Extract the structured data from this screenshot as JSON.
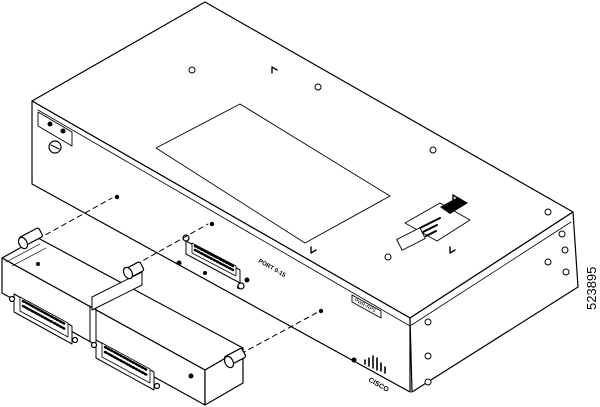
{
  "figure": {
    "number": "523895"
  },
  "chassis": {
    "port_label": "PORT 0-15",
    "panel_label": "PWR-RPS",
    "brand_text": "CISCO"
  },
  "colors": {
    "line": "#000000",
    "fill": "#ffffff",
    "label_fill": "#f4f4f4"
  }
}
